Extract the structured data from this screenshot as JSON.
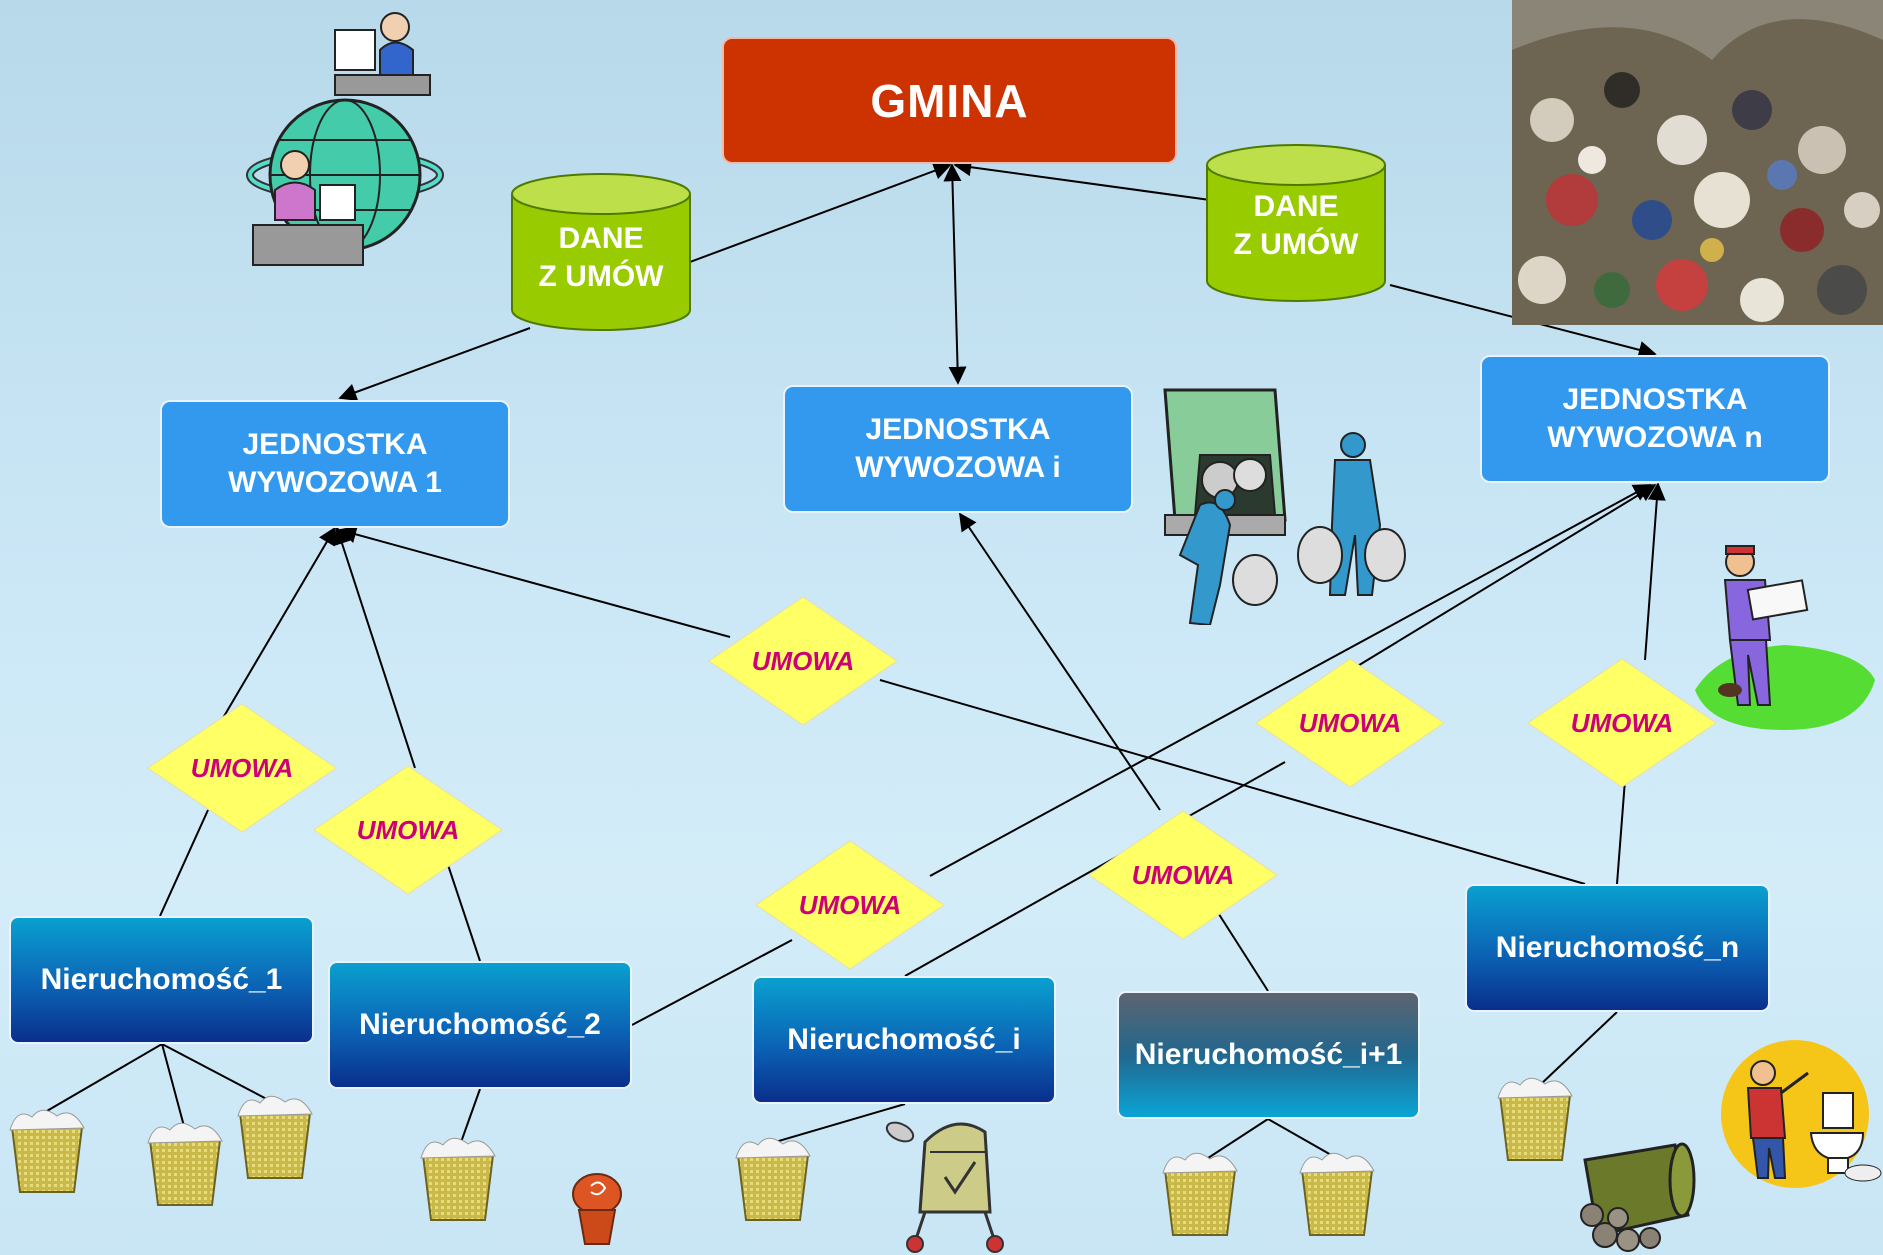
{
  "gmina": "GMINA",
  "databases": [
    {
      "line1": "DANE",
      "line2": "Z UMÓW"
    },
    {
      "line1": "DANE",
      "line2": "Z UMÓW"
    }
  ],
  "units": [
    {
      "line1": "JEDNOSTKA",
      "line2": "WYWOZOWA 1"
    },
    {
      "line1": "JEDNOSTKA",
      "line2": "WYWOZOWA i"
    },
    {
      "line1": "JEDNOSTKA",
      "line2": "WYWOZOWA n"
    }
  ],
  "properties": [
    "Nieruchomość_1",
    "Nieruchomość_2",
    "Nieruchomość_i",
    "Nieruchomość_i+1",
    "Nieruchomość_n"
  ],
  "contract_label": "UMOWA",
  "colors": {
    "gmina": "#cc3300",
    "unit": "#3399ee",
    "database": "#99cc00",
    "contract": "#ffff66",
    "contract_text": "#cc0077",
    "property_top": "#0aa0cf",
    "property_bottom": "#0a2f8c"
  },
  "clipart": [
    "call-center-globe",
    "landfill-photo",
    "garbage-truck-workers",
    "inspector-on-lawn",
    "waste-baskets",
    "bin",
    "recycling-cart",
    "trash-can-spilled",
    "man-with-toilet"
  ]
}
